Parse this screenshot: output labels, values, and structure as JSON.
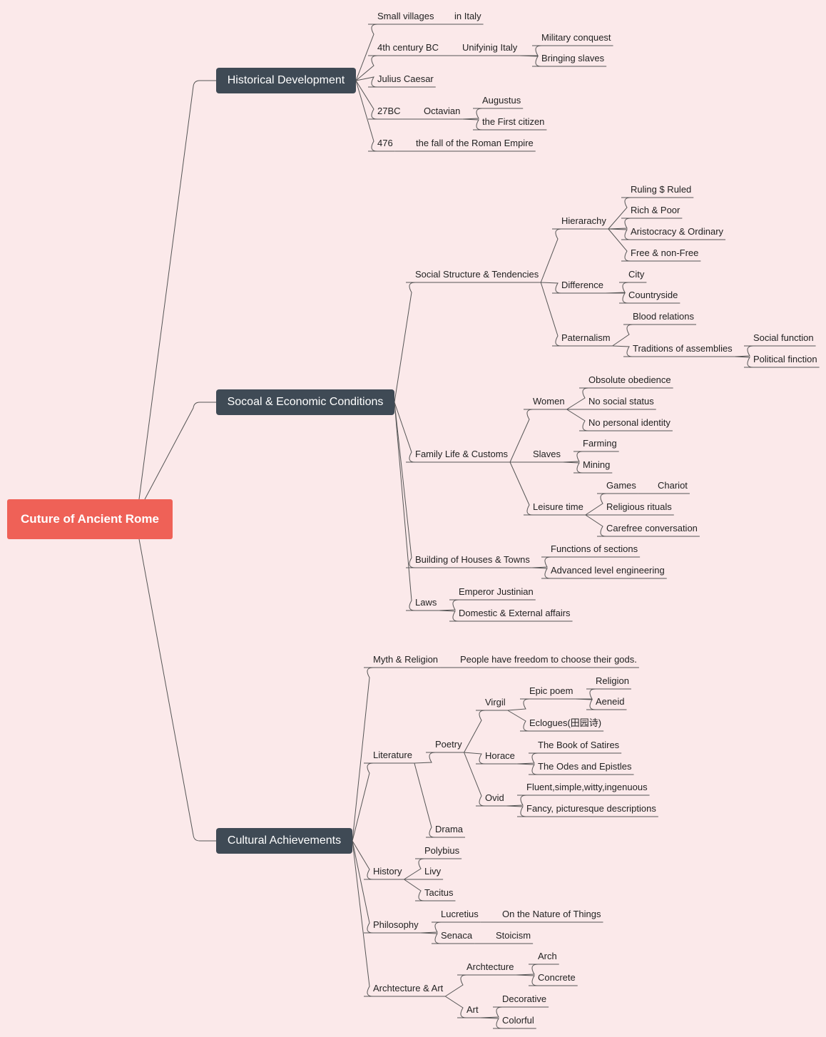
{
  "root": {
    "label": "Cuture of Ancient Rome"
  },
  "branches": [
    {
      "label": "Historical Development",
      "children": [
        {
          "label": "Small villages",
          "children": [
            {
              "label": "in Italy"
            }
          ]
        },
        {
          "label": "4th century BC",
          "children": [
            {
              "label": "Unifyinig Italy",
              "children": [
                {
                  "label": "Military conquest"
                },
                {
                  "label": "Bringing slaves"
                }
              ]
            }
          ]
        },
        {
          "label": "Julius Caesar"
        },
        {
          "label": "27BC",
          "children": [
            {
              "label": "Octavian",
              "children": [
                {
                  "label": "Augustus"
                },
                {
                  "label": "the First citizen"
                }
              ]
            }
          ]
        },
        {
          "label": "476",
          "children": [
            {
              "label": "the fall of the Roman Empire"
            }
          ]
        }
      ]
    },
    {
      "label": "Socoal & Economic Conditions",
      "children": [
        {
          "label": "Social Structure & Tendencies",
          "children": [
            {
              "label": "Hierarachy",
              "children": [
                {
                  "label": "Ruling $ Ruled"
                },
                {
                  "label": "Rich & Poor"
                },
                {
                  "label": "Aristocracy & Ordinary"
                },
                {
                  "label": "Free & non-Free"
                }
              ]
            },
            {
              "label": "Difference",
              "children": [
                {
                  "label": "City"
                },
                {
                  "label": "Countryside"
                }
              ]
            },
            {
              "label": "Paternalism",
              "children": [
                {
                  "label": "Blood relations"
                },
                {
                  "label": "Traditions of assemblies",
                  "children": [
                    {
                      "label": "Social function"
                    },
                    {
                      "label": "Political finction"
                    }
                  ]
                }
              ]
            }
          ]
        },
        {
          "label": "Family Life & Customs",
          "children": [
            {
              "label": "Women",
              "children": [
                {
                  "label": "Obsolute obedience"
                },
                {
                  "label": "No social status"
                },
                {
                  "label": "No personal identity"
                }
              ]
            },
            {
              "label": "Slaves",
              "children": [
                {
                  "label": "Farming"
                },
                {
                  "label": "Mining"
                }
              ]
            },
            {
              "label": "Leisure time",
              "children": [
                {
                  "label": "Games",
                  "children": [
                    {
                      "label": "Chariot"
                    }
                  ]
                },
                {
                  "label": "Religious rituals"
                },
                {
                  "label": "Carefree conversation"
                }
              ]
            }
          ]
        },
        {
          "label": "Building of Houses & Towns",
          "children": [
            {
              "label": "Functions of sections"
            },
            {
              "label": "Advanced level engineering"
            }
          ]
        },
        {
          "label": "Laws",
          "children": [
            {
              "label": "Emperor Justinian"
            },
            {
              "label": "Domestic & External affairs"
            }
          ]
        }
      ]
    },
    {
      "label": "Cultural Achievements",
      "children": [
        {
          "label": "Myth & Religion",
          "children": [
            {
              "label": "People have freedom to choose their gods."
            }
          ]
        },
        {
          "label": "Literature",
          "children": [
            {
              "label": "Poetry",
              "children": [
                {
                  "label": "Virgil",
                  "children": [
                    {
                      "label": "Epic poem",
                      "children": [
                        {
                          "label": "Religion"
                        },
                        {
                          "label": "Aeneid"
                        }
                      ]
                    },
                    {
                      "label": "Eclogues(田园诗)"
                    }
                  ]
                },
                {
                  "label": "Horace",
                  "children": [
                    {
                      "label": "The Book of Satires"
                    },
                    {
                      "label": "The Odes and Epistles"
                    }
                  ]
                },
                {
                  "label": "Ovid",
                  "children": [
                    {
                      "label": "Fluent,simple,witty,ingenuous"
                    },
                    {
                      "label": "Fancy, picturesque descriptions"
                    }
                  ]
                }
              ]
            },
            {
              "label": "Drama"
            }
          ]
        },
        {
          "label": "History",
          "children": [
            {
              "label": "Polybius"
            },
            {
              "label": "Livy"
            },
            {
              "label": "Tacitus"
            }
          ]
        },
        {
          "label": "Philosophy",
          "children": [
            {
              "label": "Lucretius",
              "children": [
                {
                  "label": "On the Nature of Things"
                }
              ]
            },
            {
              "label": "Senaca",
              "children": [
                {
                  "label": "Stoicism"
                }
              ]
            }
          ]
        },
        {
          "label": "Archtecture & Art",
          "children": [
            {
              "label": "Archtecture",
              "children": [
                {
                  "label": "Arch"
                },
                {
                  "label": "Concrete"
                }
              ]
            },
            {
              "label": "Art",
              "children": [
                {
                  "label": "Decorative"
                },
                {
                  "label": "Colorful"
                }
              ]
            }
          ]
        }
      ]
    }
  ],
  "colors": {
    "background": "#fbe9ea",
    "root": "#ef6157",
    "branch": "#3f4a55",
    "line": "#555555",
    "text": "#222222"
  }
}
